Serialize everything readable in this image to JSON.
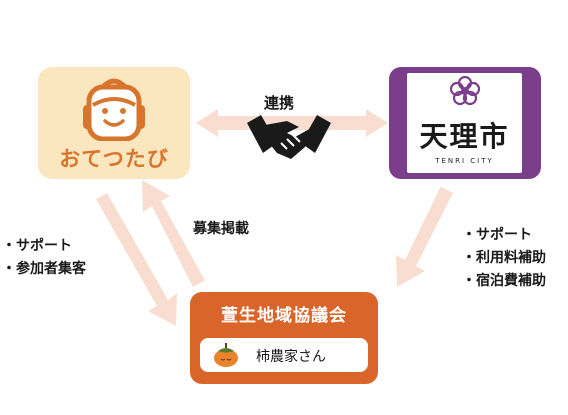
{
  "nodes": {
    "otetsutabi": {
      "label": "おてつたび",
      "icon": "backpack-icon",
      "bg_color": "#fbe7bf",
      "text_color": "#d8752d"
    },
    "tenri_city": {
      "kanji": "天理市",
      "roman": "TENRI CITY",
      "emblem": "tenri-emblem-icon",
      "bg_color": "#7a3e8a"
    },
    "council": {
      "title": "萱生地域協議会",
      "member": "柿農家さん",
      "member_icon": "persimmon-icon",
      "bg_color": "#d9652a"
    }
  },
  "edges": {
    "partnership": {
      "label": "連携",
      "icon": "handshake-icon"
    },
    "recruitment": {
      "label": "募集掲載"
    },
    "otetsutabi_to_council": {
      "items": [
        "・サポート",
        "・参加者集客"
      ]
    },
    "tenri_to_council": {
      "items": [
        "・サポート",
        "・利用料補助",
        "・宿泊費補助"
      ]
    }
  }
}
